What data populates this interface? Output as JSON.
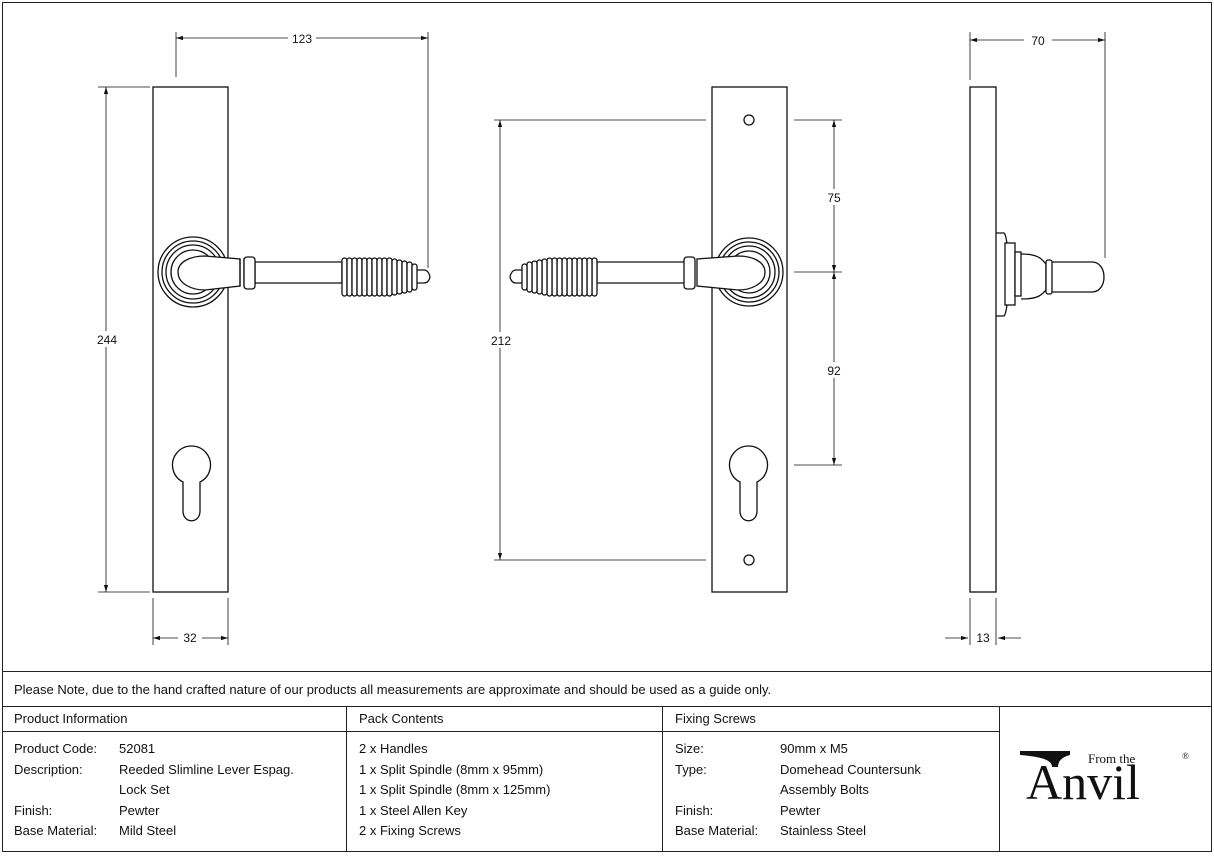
{
  "dimensions": {
    "front_width_top": "123",
    "front_height": "244",
    "front_plate_width": "32",
    "back_holes": "212",
    "back_upper": "75",
    "back_lower": "92",
    "side_projection": "70",
    "side_depth": "13"
  },
  "note": "Please Note, due to the hand crafted nature of our products all measurements are approximate and should be used as a guide only.",
  "product_info": {
    "heading": "Product Information",
    "rows": [
      {
        "label": "Product Code:",
        "value": "52081"
      },
      {
        "label": "Description:",
        "value": "Reeded Slimline Lever Espag."
      },
      {
        "label": "",
        "value": "Lock Set"
      },
      {
        "label": "Finish:",
        "value": "Pewter"
      },
      {
        "label": "Base Material:",
        "value": "Mild Steel"
      }
    ]
  },
  "pack_contents": {
    "heading": "Pack Contents",
    "items": [
      "2 x Handles",
      "1 x Split Spindle (8mm x 95mm)",
      "1 x Split Spindle (8mm x 125mm)",
      "1 x Steel Allen Key",
      "2 x Fixing Screws"
    ]
  },
  "fixing_screws": {
    "heading": "Fixing Screws",
    "rows": [
      {
        "label": "Size:",
        "value": "90mm x M5"
      },
      {
        "label": "Type:",
        "value": "Domehead Countersunk"
      },
      {
        "label": "",
        "value": "Assembly Bolts"
      },
      {
        "label": "Finish:",
        "value": "Pewter"
      },
      {
        "label": "Base Material:",
        "value": "Stainless Steel"
      }
    ]
  },
  "logo": {
    "small_text": "From the",
    "big_text": "Anvil",
    "mark": "®"
  }
}
